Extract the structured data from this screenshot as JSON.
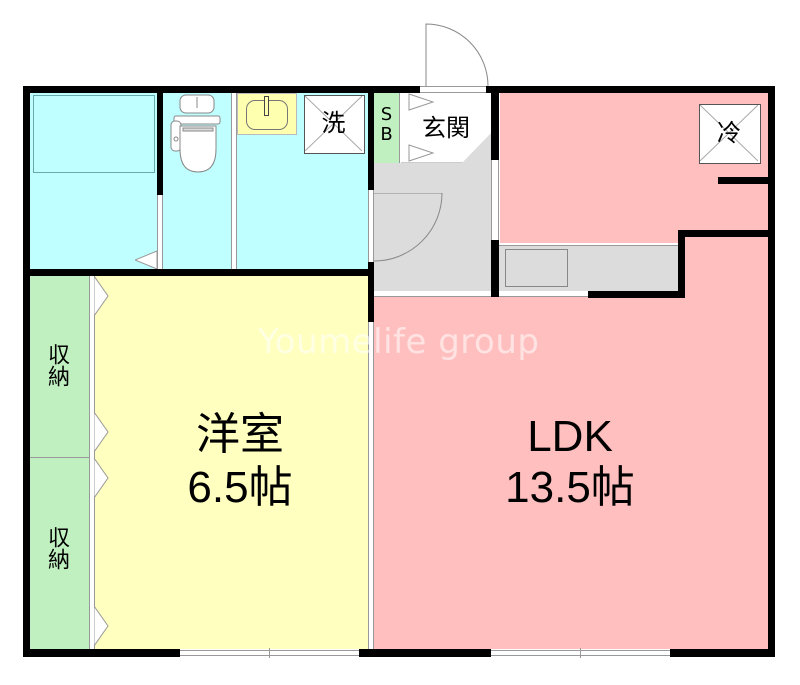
{
  "floorplan": {
    "colors": {
      "wet_area": "#bfffff",
      "western_room": "#ffffc0",
      "ldk": "#ffbfbf",
      "hallway": "#dcdcdc",
      "storage": "#c0f0c0",
      "sink_counter": "#ffffb0",
      "wall": "#000000"
    },
    "rooms": {
      "western_room": {
        "name": "洋室",
        "size": "6.5帖"
      },
      "ldk": {
        "name": "LDK",
        "size": "13.5帖"
      },
      "entrance": {
        "name": "玄関"
      },
      "shoe_box": {
        "name": "SB"
      },
      "closet_upper": {
        "name": "収納"
      },
      "closet_lower": {
        "name": "収納"
      }
    },
    "fixtures": {
      "washer": {
        "label": "洗"
      },
      "fridge": {
        "label": "冷"
      }
    },
    "watermark": "Youmelife group"
  }
}
